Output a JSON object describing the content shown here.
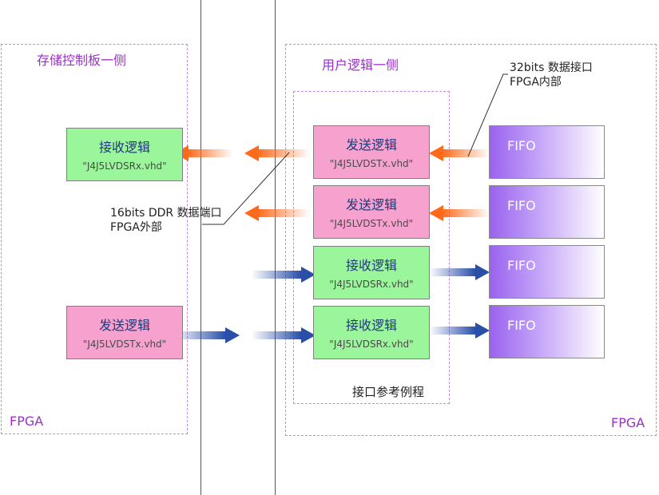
{
  "left_panel": {
    "title": "存储控制板一侧",
    "fpga_label": "FPGA"
  },
  "right_panel": {
    "title": "用户逻辑一侧",
    "fpga_label": "FPGA"
  },
  "reference_box": {
    "label": "接口参考例程"
  },
  "annotations": {
    "internal_line1": "32bits 数据接口",
    "internal_line2": "FPGA内部",
    "external_line1": "16bits DDR 数据端口",
    "external_line2": "FPGA外部"
  },
  "blocks": {
    "left_recv": {
      "title": "接收逻辑",
      "file": "\"J4J5LVDSRx.vhd\""
    },
    "left_send": {
      "title": "发送逻辑",
      "file": "\"J4J5LVDSTx.vhd\""
    },
    "right_send_1": {
      "title": "发送逻辑",
      "file": "\"J4J5LVDSTx.vhd\""
    },
    "right_send_2": {
      "title": "发送逻辑",
      "file": "\"J4J5LVDSTx.vhd\""
    },
    "right_recv_1": {
      "title": "接收逻辑",
      "file": "\"J4J5LVDSRx.vhd\""
    },
    "right_recv_2": {
      "title": "接收逻辑",
      "file": "\"J4J5LVDSRx.vhd\""
    }
  },
  "fifos": [
    {
      "label": "FIFO"
    },
    {
      "label": "FIFO"
    },
    {
      "label": "FIFO"
    },
    {
      "label": "FIFO"
    }
  ],
  "colors": {
    "orange_arrow": "#ff6a1a",
    "blue_arrow": "#2a4fa8",
    "green_block": "#9bf59b",
    "pink_block": "#f7a1cf",
    "fifo_purple": "#9a62ef",
    "dashed_border": "#c48ad6",
    "panel_text": "#9b2fc7"
  }
}
